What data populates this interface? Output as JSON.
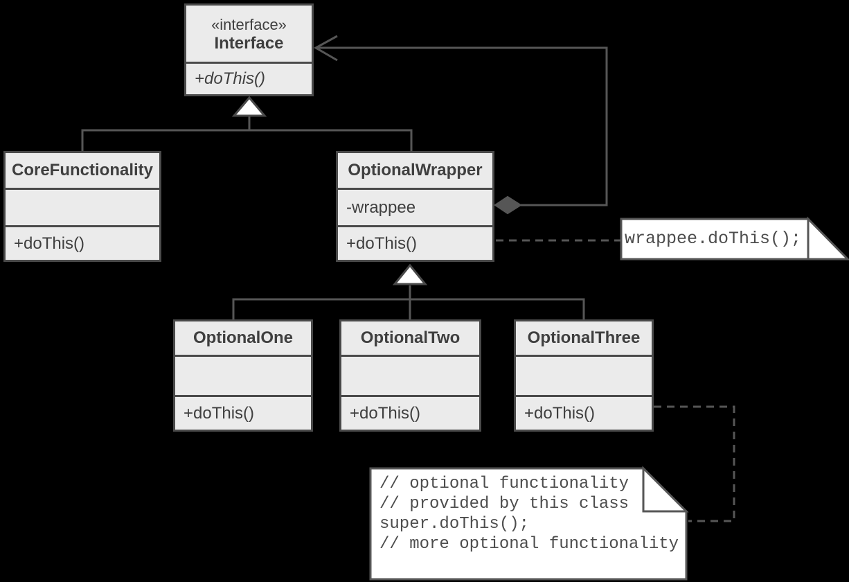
{
  "diagram": {
    "kind": "uml-class-diagram",
    "pattern": "Decorator",
    "colors": {
      "background": "#000000",
      "box_fill": "#ebebeb",
      "box_border": "#4a4a4a",
      "connector": "#565656",
      "note_fill": "#ffffff",
      "class_text": "#3f3f3f",
      "note_text": "#4d4d4d"
    },
    "classes": {
      "interface": {
        "stereotype": "«interface»",
        "name": "Interface",
        "method": "+doThis()"
      },
      "core": {
        "name": "CoreFunctionality",
        "attribute": "",
        "method": "+doThis()"
      },
      "wrapper": {
        "name": "OptionalWrapper",
        "attribute": "-wrappee",
        "method": "+doThis()"
      },
      "optional_one": {
        "name": "OptionalOne",
        "attribute": "",
        "method": "+doThis()"
      },
      "optional_two": {
        "name": "OptionalTwo",
        "attribute": "",
        "method": "+doThis()"
      },
      "optional_three": {
        "name": "OptionalThree",
        "attribute": "",
        "method": "+doThis()"
      }
    },
    "notes": {
      "wrappee_call": {
        "text": "wrappee.doThis();"
      },
      "super_call": {
        "lines": [
          "// optional functionality",
          "// provided by this class",
          "super.doThis();",
          "// more optional functionality"
        ]
      }
    },
    "relationships": [
      {
        "type": "realization",
        "from": "CoreFunctionality",
        "to": "Interface"
      },
      {
        "type": "realization",
        "from": "OptionalWrapper",
        "to": "Interface"
      },
      {
        "type": "aggregation",
        "owner": "OptionalWrapper",
        "part": "Interface",
        "via": "-wrappee"
      },
      {
        "type": "generalization",
        "from": "OptionalOne",
        "to": "OptionalWrapper"
      },
      {
        "type": "generalization",
        "from": "OptionalTwo",
        "to": "OptionalWrapper"
      },
      {
        "type": "generalization",
        "from": "OptionalThree",
        "to": "OptionalWrapper"
      },
      {
        "type": "note-attachment",
        "note": "wrappee_call",
        "to": "OptionalWrapper.+doThis()"
      },
      {
        "type": "note-attachment",
        "note": "super_call",
        "to": "OptionalThree.+doThis()"
      }
    ]
  }
}
